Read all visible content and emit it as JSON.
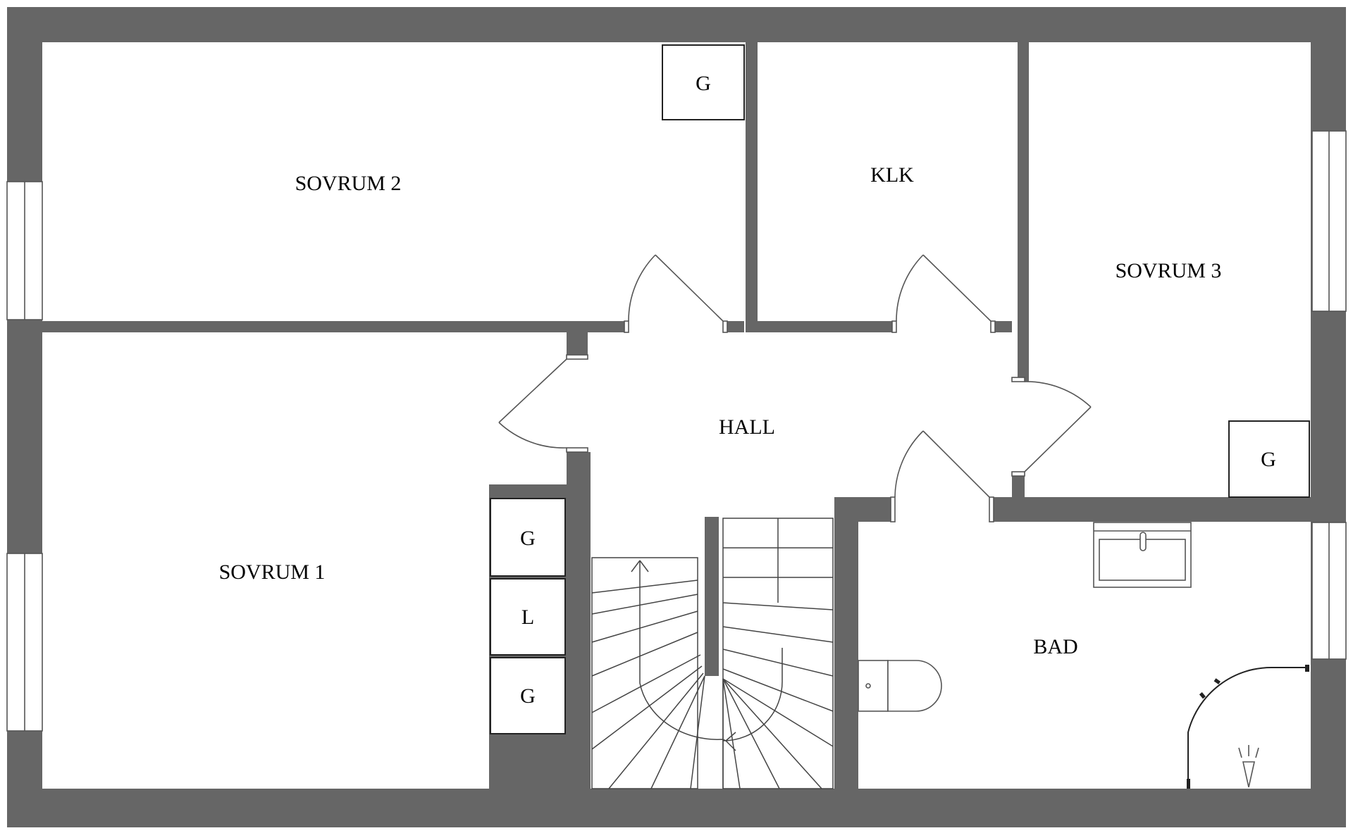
{
  "rooms": {
    "sovrum2": "SOVRUM 2",
    "klk": "KLK",
    "sovrum3": "SOVRUM 3",
    "hall": "HALL",
    "sovrum1": "SOVRUM 1",
    "bad": "BAD"
  },
  "fixtures": {
    "g_sovrum2": "G",
    "g_sovrum3": "G",
    "g_hall_top": "G",
    "l_hall": "L",
    "g_hall_bottom": "G"
  },
  "colors": {
    "wall": "#666666",
    "background": "#ffffff",
    "line": "#555555"
  }
}
